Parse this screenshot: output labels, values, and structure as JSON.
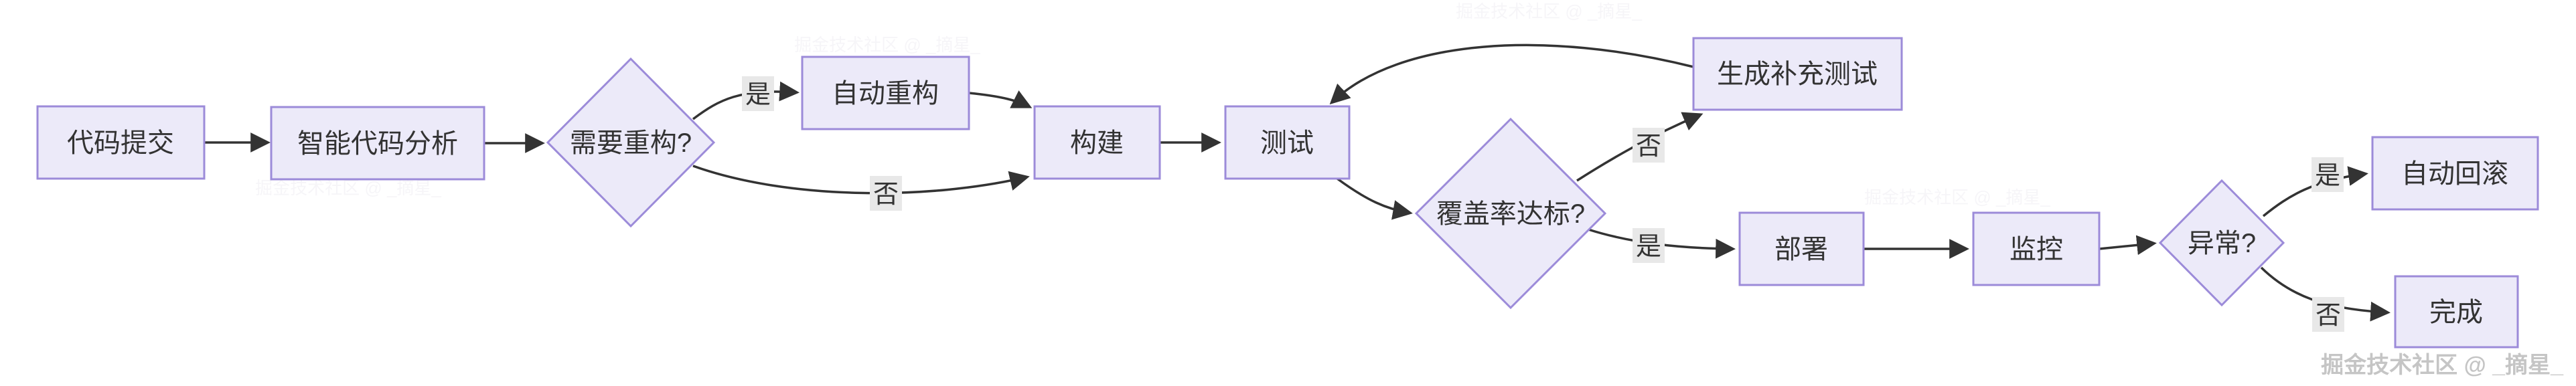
{
  "diagram": {
    "type": "flowchart",
    "direction": "left-to-right",
    "nodes": [
      {
        "id": "code-commit",
        "label": "代码提交",
        "shape": "rect"
      },
      {
        "id": "code-analysis",
        "label": "智能代码分析",
        "shape": "rect"
      },
      {
        "id": "need-refactor",
        "label": "需要重构?",
        "shape": "diamond"
      },
      {
        "id": "auto-refactor",
        "label": "自动重构",
        "shape": "rect"
      },
      {
        "id": "build",
        "label": "构建",
        "shape": "rect"
      },
      {
        "id": "test",
        "label": "测试",
        "shape": "rect"
      },
      {
        "id": "coverage-check",
        "label": "覆盖率达标?",
        "shape": "diamond"
      },
      {
        "id": "gen-extra-tests",
        "label": "生成补充测试",
        "shape": "rect"
      },
      {
        "id": "deploy",
        "label": "部署",
        "shape": "rect"
      },
      {
        "id": "monitor",
        "label": "监控",
        "shape": "rect"
      },
      {
        "id": "anomaly-check",
        "label": "异常?",
        "shape": "diamond"
      },
      {
        "id": "auto-rollback",
        "label": "自动回滚",
        "shape": "rect"
      },
      {
        "id": "done",
        "label": "完成",
        "shape": "rect"
      }
    ],
    "edges": [
      {
        "from": "code-commit",
        "to": "code-analysis",
        "label": ""
      },
      {
        "from": "code-analysis",
        "to": "need-refactor",
        "label": ""
      },
      {
        "from": "need-refactor",
        "to": "auto-refactor",
        "label": "是"
      },
      {
        "from": "need-refactor",
        "to": "build",
        "label": "否"
      },
      {
        "from": "auto-refactor",
        "to": "build",
        "label": ""
      },
      {
        "from": "build",
        "to": "test",
        "label": ""
      },
      {
        "from": "test",
        "to": "coverage-check",
        "label": ""
      },
      {
        "from": "coverage-check",
        "to": "gen-extra-tests",
        "label": "否"
      },
      {
        "from": "gen-extra-tests",
        "to": "test",
        "label": ""
      },
      {
        "from": "coverage-check",
        "to": "deploy",
        "label": "是"
      },
      {
        "from": "deploy",
        "to": "monitor",
        "label": ""
      },
      {
        "from": "monitor",
        "to": "anomaly-check",
        "label": ""
      },
      {
        "from": "anomaly-check",
        "to": "auto-rollback",
        "label": "是"
      },
      {
        "from": "anomaly-check",
        "to": "done",
        "label": "否"
      }
    ],
    "watermark": "掘金技术社区 @ _摘星_",
    "colors": {
      "node_fill": "#ECEAF9",
      "node_border": "#9C8BD9",
      "edge": "#333333",
      "label_bg": "#E8E8E8",
      "text": "#333333",
      "watermark": "#C5C5C5",
      "canvas_bg": "#FFFFFF"
    }
  }
}
